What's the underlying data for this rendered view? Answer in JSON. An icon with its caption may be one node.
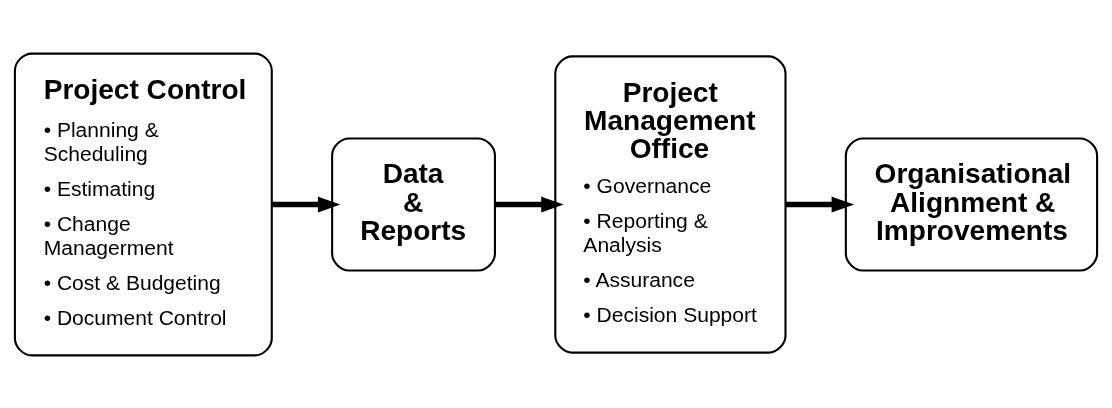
{
  "diagram": {
    "nodes": [
      {
        "text": [
          "Project Control",
          "• Planning & Scheduling",
          "• Estimating",
          "• Change Managerment",
          "• Cost & Budgeting",
          "• Document Control"
        ]
      },
      {
        "text": [
          "Data & Reports"
        ]
      },
      {
        "text": [
          "Project Management Office",
          "• Governance",
          "• Reporting & Analysis",
          "• Assurance",
          "• Decision Support"
        ]
      },
      {
        "text": [
          "Organisational Alignment & Improvements"
        ]
      }
    ],
    "edges": [
      {
        "from": 0,
        "to": 1,
        "arrow": "to"
      },
      {
        "from": 1,
        "to": 2,
        "arrow": "to"
      },
      {
        "from": 2,
        "to": 3,
        "arrow": "to"
      }
    ]
  }
}
